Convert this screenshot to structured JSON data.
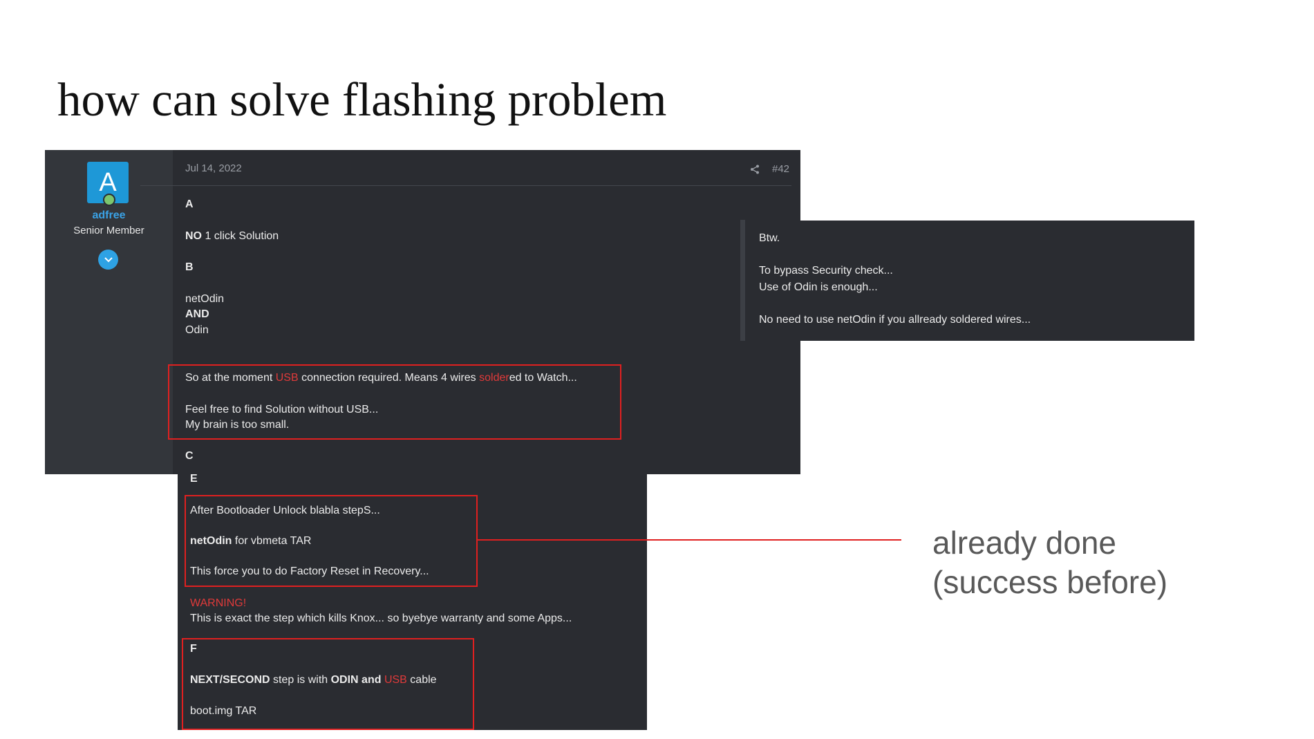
{
  "slide": {
    "title": "how can solve flashing problem"
  },
  "post": {
    "user": {
      "avatar_letter": "A",
      "username": "adfree",
      "title": "Senior Member",
      "avatar_color": "#1e98d7",
      "online_icon": "online-status-icon",
      "expand_icon": "chevron-down-icon"
    },
    "date": "Jul 14, 2022",
    "share_icon": "share-icon",
    "post_number": "#42",
    "section_a": "A",
    "no_word": "NO",
    "one_click": " 1 click Solution",
    "section_b": "B",
    "netodin_line": "netOdin",
    "and_word": "AND",
    "odin_line": "Odin",
    "usb_line": {
      "p1": "So at the moment ",
      "usb": "USB",
      "p2": " connection required. Means 4 wires ",
      "solder": "solder",
      "p3": "ed to Watch..."
    },
    "feel_free": "Feel free to find Solution without USB...",
    "brain": "My brain is too small.",
    "section_c": "C"
  },
  "quote": {
    "btw": "Btw.",
    "bypass": "To bypass Security check...",
    "odin_enough": "Use of Odin is enough...",
    "no_need": "No need to use netOdin if you allready soldered wires..."
  },
  "lower": {
    "section_e": "E",
    "after_unlock": "After Bootloader Unlock blabla stepS...",
    "netodin_bold": "netOdin",
    "netodin_rest": " for vbmeta TAR",
    "factory_reset": "This force you to do Factory Reset in Recovery...",
    "warning": "WARNING!",
    "knox": "This is exact the step which kills Knox... so byebye warranty and some Apps...",
    "section_f": "F",
    "next_bold": "NEXT/SECOND",
    "next_mid": " step is with ",
    "odin_and": "ODIN and",
    "usb": "USB",
    "cable": " cable",
    "boot_img": "boot.img TAR"
  },
  "annotation": {
    "line1": "already done",
    "line2": "(success before)"
  },
  "colors": {
    "panel_bg": "#2a2c31",
    "user_col_bg": "#33363b",
    "highlight_red": "#e03a3a",
    "box_red": "#e02020",
    "username_blue": "#3aa2e6"
  }
}
